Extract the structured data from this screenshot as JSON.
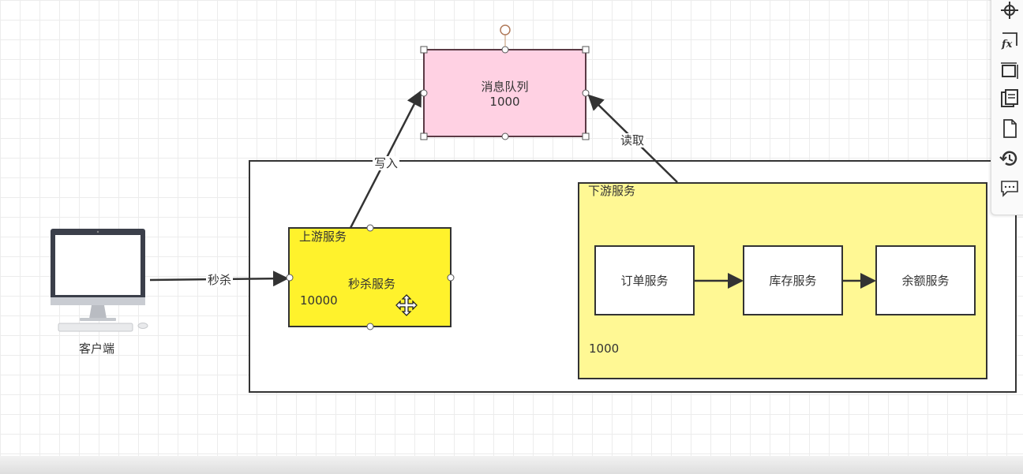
{
  "diagram": {
    "nodes": {
      "queue": {
        "title": "消息队列",
        "value": "1000",
        "fill": "#ffd1e3",
        "stroke": "#5b3a45"
      },
      "upstream": {
        "header": "上游服务",
        "title": "秒杀服务",
        "value": "10000",
        "fill": "#fff22c",
        "stroke": "#333333"
      },
      "downstream": {
        "header": "下游服务",
        "value": "1000",
        "fill": "#fff894",
        "stroke": "#333333"
      },
      "order": {
        "title": "订单服务"
      },
      "inventory": {
        "title": "库存服务"
      },
      "balance": {
        "title": "余额服务"
      },
      "client": {
        "title": "客户端"
      }
    },
    "edges": {
      "client_to_upstream": "秒杀",
      "upstream_to_queue": "写入",
      "downstream_to_queue": "读取"
    }
  },
  "toolbar": {
    "icons": [
      "navigate-icon",
      "formula-icon",
      "resize-icon",
      "pages-icon",
      "page-icon",
      "history-icon",
      "comment-icon"
    ]
  }
}
